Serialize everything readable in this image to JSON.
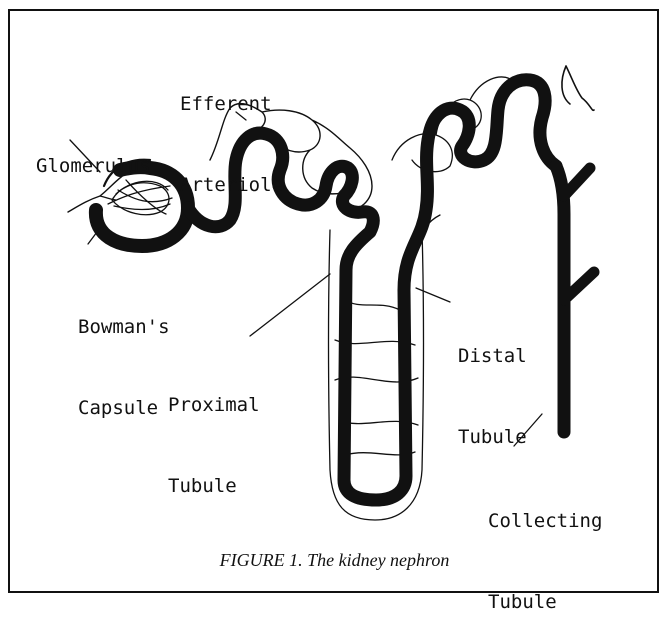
{
  "labels": {
    "efferent_arteriole": [
      "Efferent",
      "Arteriole"
    ],
    "glomerulus": [
      "Glomerulus"
    ],
    "bowmans_capsule": [
      "Bowman's",
      "Capsule"
    ],
    "proximal_tubule": [
      "Proximal",
      "Tubule"
    ],
    "distal_tubule": [
      "Distal",
      "Tubule"
    ],
    "collecting_tubule": [
      "Collecting",
      "Tubule"
    ]
  },
  "caption": "FIGURE 1.  The kidney nephron",
  "colors": {
    "ink": "#111111",
    "background": "#ffffff"
  }
}
